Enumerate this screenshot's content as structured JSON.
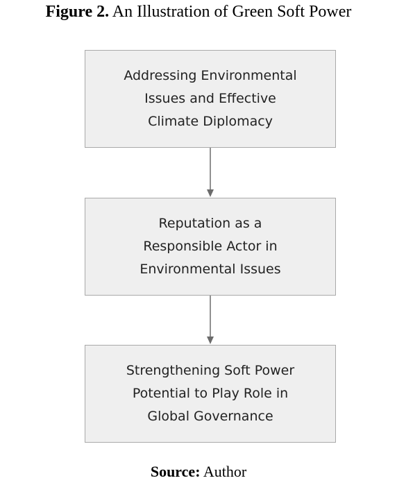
{
  "figure": {
    "label": "Figure 2.",
    "caption": " An Illustration of Green Soft Power"
  },
  "nodes": [
    {
      "lines": [
        "Addressing Environmental",
        "Issues and Effective",
        "Climate Diplomacy"
      ]
    },
    {
      "lines": [
        "Reputation as a",
        "Responsible Actor in",
        "Environmental Issues"
      ]
    },
    {
      "lines": [
        "Strengthening Soft Power",
        "Potential to Play Role in",
        "Global Governance"
      ]
    }
  ],
  "edges": [
    {
      "from": 0,
      "to": 1
    },
    {
      "from": 1,
      "to": 2
    }
  ],
  "colors": {
    "box_fill": "#efefef",
    "box_border": "#a9a9a9",
    "arrow": "#6b6b6b",
    "text": "#222222"
  },
  "source": {
    "label": "Source:",
    "value": " Author"
  }
}
